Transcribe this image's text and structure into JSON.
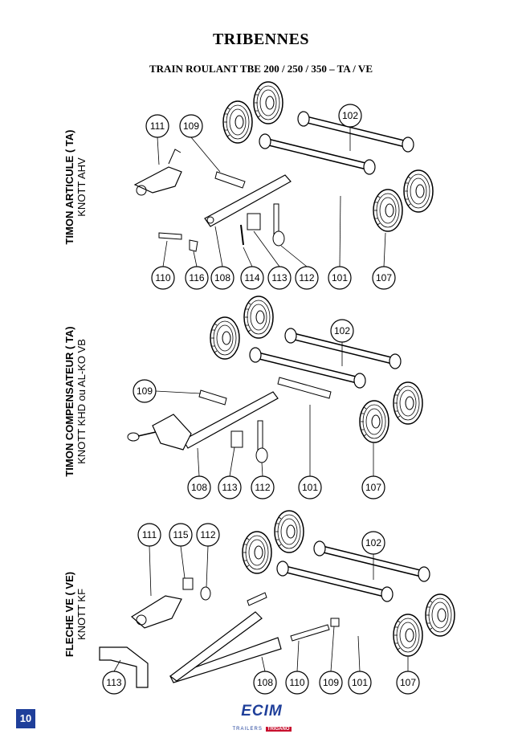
{
  "header": {
    "title": "TRIBENNES",
    "subtitle": "TRAIN ROULANT TBE 200 / 250 / 350 – TA / VE"
  },
  "sections": [
    {
      "heading": "TIMON ARTICULE ( TA)",
      "model": "KNOTT AHV",
      "callouts": [
        "111",
        "109",
        "102",
        "110",
        "116",
        "108",
        "114",
        "113",
        "112",
        "101",
        "107"
      ]
    },
    {
      "heading": "TIMON COMPENSATEUR ( TA)",
      "model": "KNOTT KHD ou AL-KO VB",
      "callouts": [
        "102",
        "109",
        "108",
        "113",
        "112",
        "101",
        "107"
      ]
    },
    {
      "heading": "FLECHE VE ( VE)",
      "model": "KNOTT KF",
      "callouts": [
        "111",
        "115",
        "112",
        "102",
        "113",
        "108",
        "110",
        "109",
        "101",
        "107"
      ]
    }
  ],
  "footer": {
    "page_number": "10",
    "logo_text": "ECIM",
    "logo_tagline": "TRAILERS",
    "logo_brand": "TRIGANO"
  },
  "colors": {
    "accent": "#1f3f9a",
    "brand_red": "#c8102e"
  }
}
